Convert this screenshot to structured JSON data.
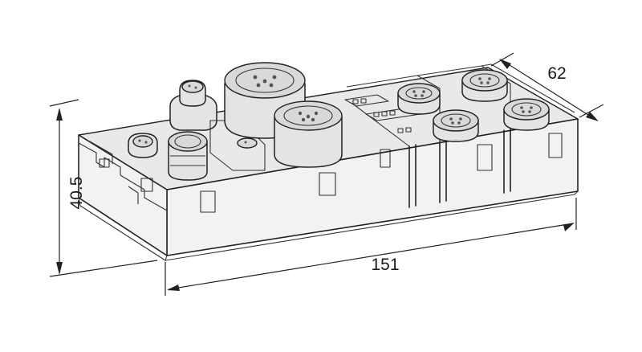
{
  "dimensions": {
    "length": "151",
    "width": "62",
    "height": "40.5"
  },
  "colors": {
    "line": "#222222",
    "housing": "#f2f2f2",
    "background": "#ffffff"
  }
}
